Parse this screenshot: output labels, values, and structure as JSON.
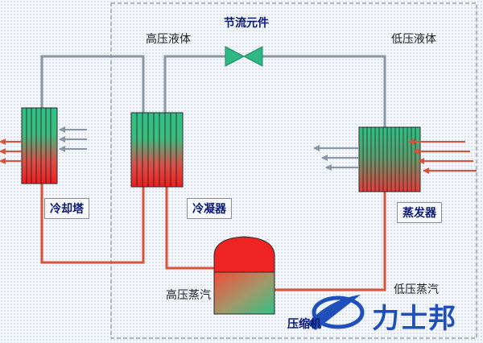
{
  "diagram": {
    "title": "节流元件",
    "high_pressure_liquid": "高压液体",
    "low_pressure_liquid": "低压液体",
    "high_pressure_vapor": "高压蒸汽",
    "low_pressure_vapor": "低压蒸汽",
    "cooling_tower": "冷却塔",
    "condenser": "冷凝器",
    "evaporator": "蒸发器",
    "compressor": "压缩机"
  },
  "logo": {
    "text": "力士邦"
  },
  "colors": {
    "gray_pipe": "#8a96a3",
    "red_pipe": "#d9533a",
    "valve": "#2fb886",
    "green": "#2fbf86",
    "red": "#ee2a2a",
    "label_blue": "#0a1a6e",
    "logo_blue": "#1f4fb8"
  }
}
